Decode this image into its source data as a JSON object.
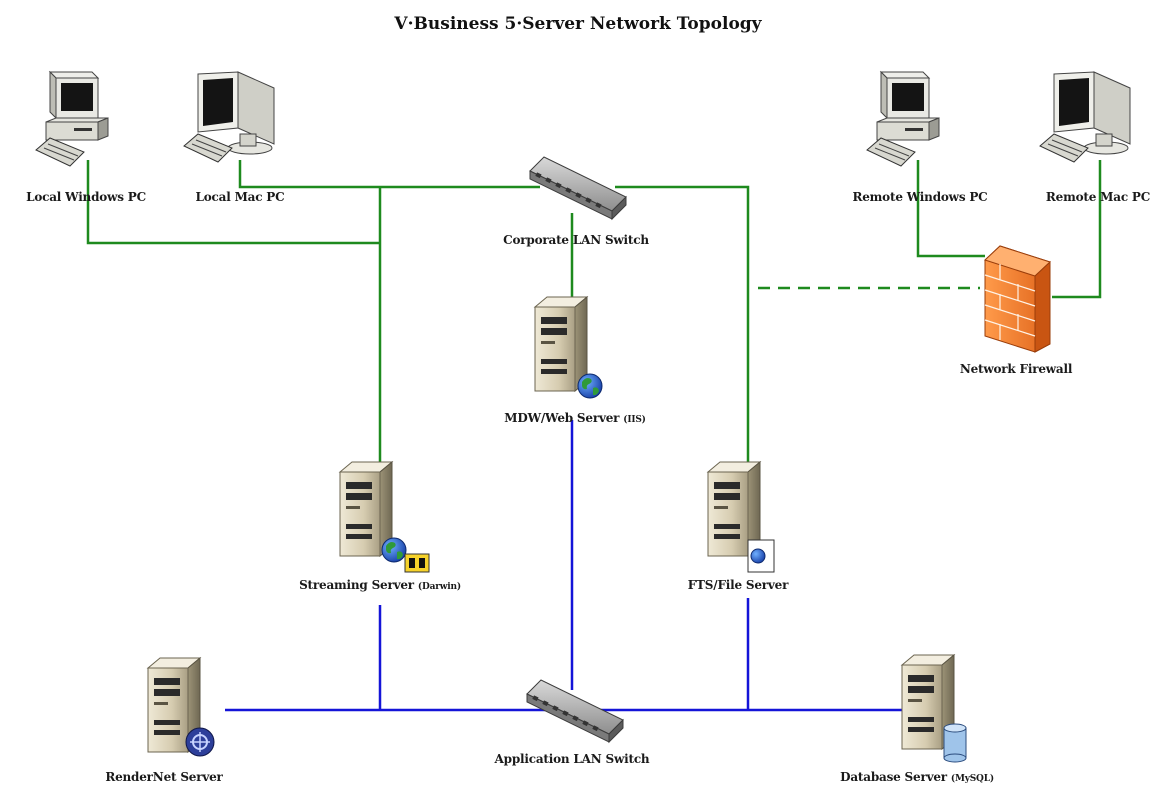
{
  "title": "V·Business 5·Server Network Topology",
  "nodes": {
    "local_windows_pc": "Local Windows PC",
    "local_mac_pc": "Local Mac PC",
    "remote_windows_pc": "Remote Windows PC",
    "remote_mac_pc": "Remote Mac PC",
    "corporate_switch": "Corporate LAN Switch",
    "network_firewall": "Network Firewall",
    "web_server": {
      "main": "MDW/Web Server",
      "sub": "(IIS)"
    },
    "streaming_server": {
      "main": "Streaming Server",
      "sub": "(Darwin)"
    },
    "ftp_server": "FTS/File Server",
    "render_server": "RenderNet Server",
    "app_switch": "Application LAN Switch",
    "database_server": {
      "main": "Database Server",
      "sub": "(MySQL)"
    }
  },
  "colors": {
    "corporate_link": "#1e8a1e",
    "application_link": "#1414d8",
    "firewall": "#f07a2a"
  },
  "icons": {
    "pc": "desktop-computer-icon",
    "mac": "mac-monitor-icon",
    "server": "tower-server-icon",
    "switch": "network-switch-icon",
    "firewall": "brick-firewall-icon"
  }
}
